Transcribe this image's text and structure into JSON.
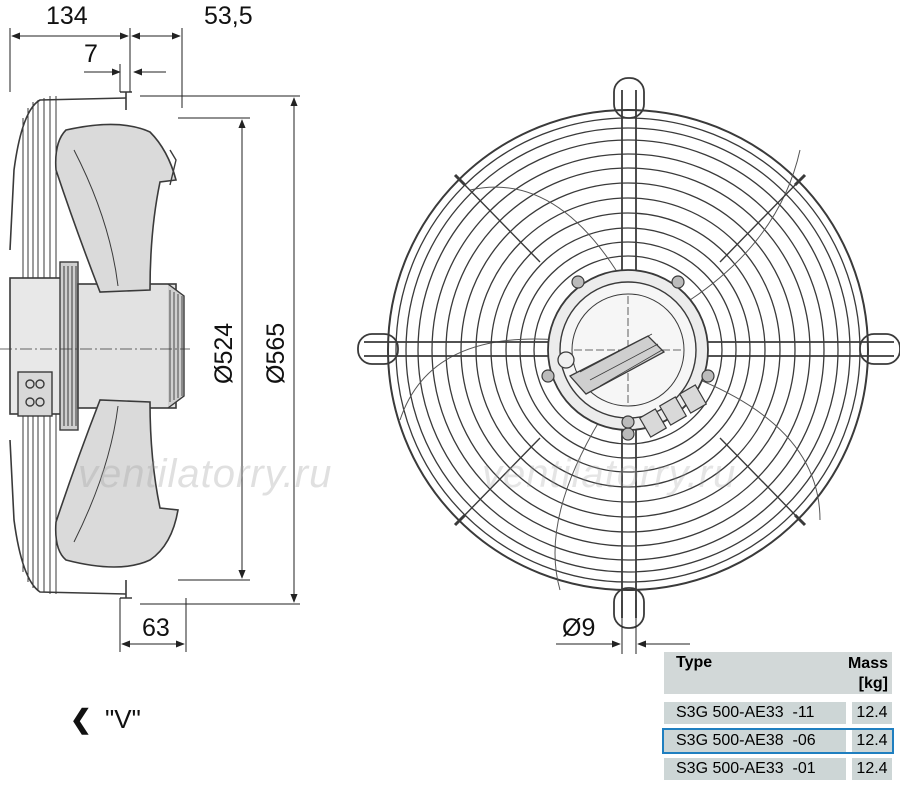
{
  "dimensions": {
    "d134": "134",
    "d53_5": "53,5",
    "d7": "7",
    "d63": "63",
    "d524": "Ø524",
    "d565": "Ø565",
    "d9": "Ø9"
  },
  "view_label": {
    "chevron": "❮",
    "text": "\"V\""
  },
  "watermark": "ventilatorry.ru",
  "table": {
    "header_type": "Type",
    "header_mass_1": "Mass",
    "header_mass_2": "[kg]",
    "rows": [
      {
        "type": "S3G 500-AE33  -11",
        "mass": "12.4",
        "selected": false
      },
      {
        "type": "S3G 500-AE38  -06",
        "mass": "12.4",
        "selected": true
      },
      {
        "type": "S3G 500-AE33  -01",
        "mass": "12.4",
        "selected": false
      }
    ]
  },
  "colors": {
    "line": "#3a3a3a",
    "fill_light": "#e6e6e6",
    "fill_blade": "#d9d9d9",
    "table_bg": "#cdd6d6",
    "highlight": "#1f7fc0"
  }
}
